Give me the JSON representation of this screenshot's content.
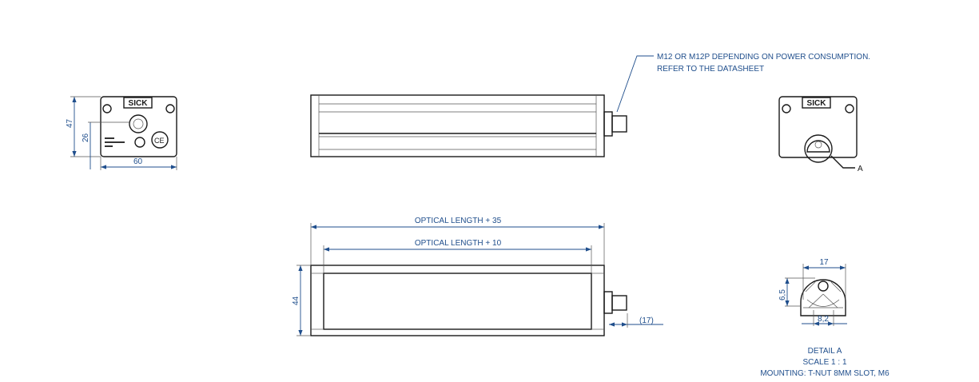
{
  "front_view": {
    "dim_height": "47",
    "dim_connector": "26",
    "dim_width": "60",
    "brand": "SICK"
  },
  "top_view": {
    "note_line1": "M12 OR M12P DEPENDING ON POWER CONSUMPTION.",
    "note_line2": "REFER TO THE DATASHEET"
  },
  "end_view": {
    "detail_marker": "A",
    "brand": "SICK"
  },
  "side_view": {
    "dim_overall": "OPTICAL LENGTH + 35",
    "dim_inner": "OPTICAL LENGTH + 10",
    "dim_height": "44",
    "dim_connector": "(17)"
  },
  "detail": {
    "dim_width": "17",
    "dim_height": "6,5",
    "dim_slot": "8,2",
    "title": "DETAIL A",
    "scale": "SCALE 1 : 1",
    "mounting": "MOUNTING: T-NUT 8MM SLOT, M6"
  },
  "colors": {
    "dimension": "#1f4e8c",
    "outline": "#1a1a1a"
  }
}
